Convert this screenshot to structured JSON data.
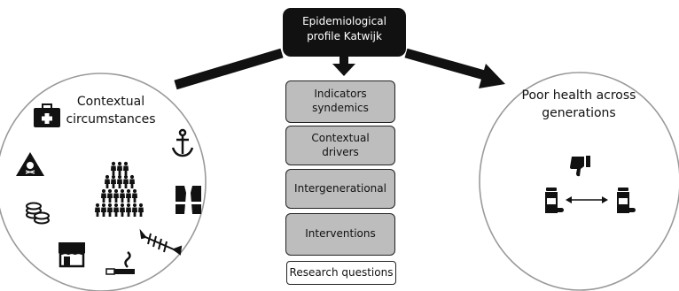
{
  "top_box": {
    "line1": "Epidemiological",
    "line2": "profile Katwijk"
  },
  "left_circle": {
    "line1": "Contextual",
    "line2": "circumstances",
    "icons": [
      "medical-kit-icon",
      "skull-warning-icon",
      "coins-icon",
      "shop-icon",
      "cigarette-icon",
      "fish-bone-icon",
      "life-vest-icon",
      "anchor-icon",
      "population-pyramid-icon"
    ]
  },
  "right_circle": {
    "line1": "Poor health across",
    "line2": "generations",
    "icons": [
      "thumbs-down-icon",
      "medicine-bottle-icon",
      "double-arrow-icon",
      "medicine-bottle-icon"
    ]
  },
  "center_boxes": [
    {
      "line1": "Indicators",
      "line2": "syndemics"
    },
    {
      "line1": "Contextual",
      "line2": "drivers"
    },
    {
      "line1": "Intergenerational",
      "line2": ""
    },
    {
      "line1": "Interventions",
      "line2": ""
    },
    {
      "line1": "Research questions",
      "line2": ""
    }
  ],
  "colors": {
    "box_fill": "#bdbdbd",
    "dark": "#111111",
    "circle_stroke": "#9a9a9a"
  }
}
